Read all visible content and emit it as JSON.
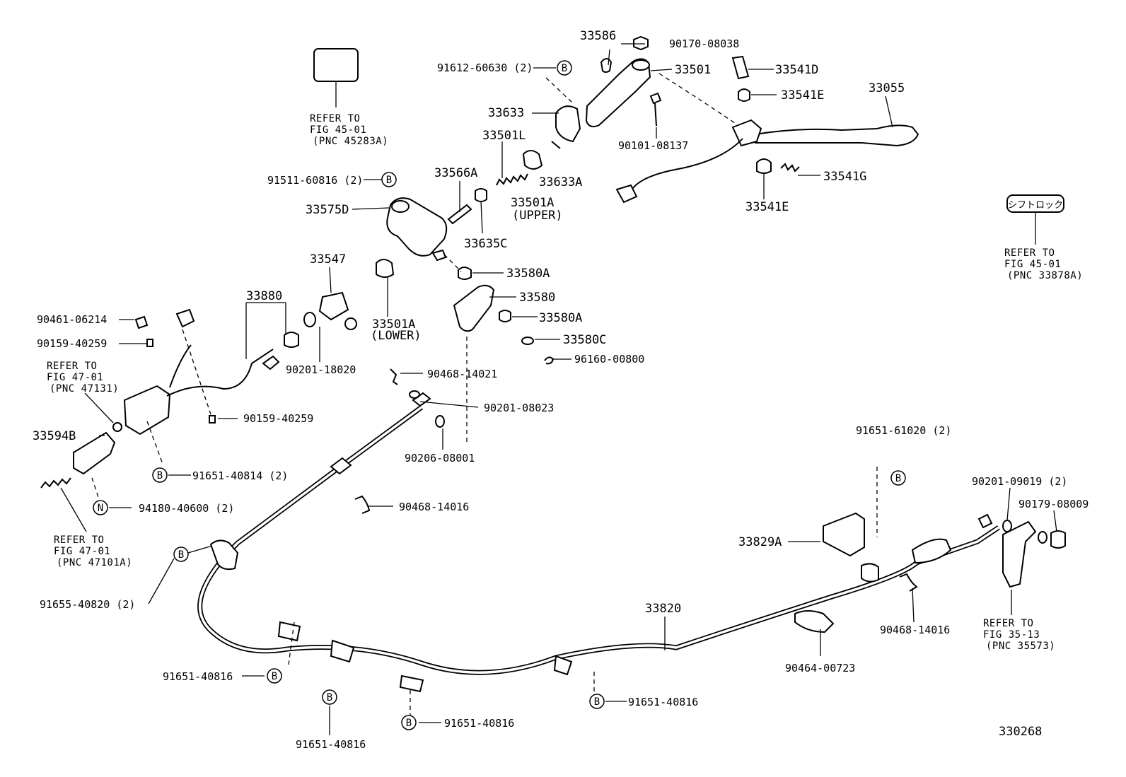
{
  "labels": {
    "p33586": "33586",
    "p90170_08038": "90170-08038",
    "p91612_60630": "91612-60630 (2)",
    "p33501": "33501",
    "p33541D": "33541D",
    "p33541E_top": "33541E",
    "p33055": "33055",
    "p33633": "33633",
    "p90101_08137": "90101-08137",
    "p33501L": "33501L",
    "p33566A": "33566A",
    "p33633A": "33633A",
    "p33501A_upper": "33501A",
    "upper": "(UPPER)",
    "p91511_60816": "91511-60816 (2)",
    "p33575D": "33575D",
    "p33541G": "33541G",
    "p33541E_bottom": "33541E",
    "p33635C": "33635C",
    "p33547": "33547",
    "p33580A_top": "33580A",
    "p33580": "33580",
    "p33580A_mid": "33580A",
    "p33580C": "33580C",
    "p96160_00800": "96160-00800",
    "p33880": "33880",
    "p90461_06214": "90461-06214",
    "p90159_40259_top": "90159-40259",
    "p33501A_lower": "33501A",
    "lower": "(LOWER)",
    "p90201_18020": "90201-18020",
    "p90468_14021": "90468-14021",
    "p90201_08023": "90201-08023",
    "p90159_40259_mid": "90159-40259",
    "p33594B": "33594B",
    "p91651_40814": "91651-40814 (2)",
    "p90206_08001": "90206-08001",
    "p91651_61020": "91651-61020 (2)",
    "p94180_40600": "94180-40600 (2)",
    "p90468_14016_left": "90468-14016",
    "p90201_09019": "90201-09019 (2)",
    "p90179_08009": "90179-08009",
    "p33829A": "33829A",
    "p91655_40820": "91655-40820 (2)",
    "p33820": "33820",
    "p90468_14016_right": "90468-14016",
    "p90464_00723": "90464-00723",
    "p91651_40816_a": "91651-40816",
    "p91651_40816_b": "91651-40816",
    "p91651_40816_c": "91651-40816",
    "p91651_40816_d": "91651-40816",
    "diagram_number": "330268"
  },
  "refs": {
    "fig45_a": [
      "REFER TO",
      "FIG 45-01",
      "(PNC 45283A)"
    ],
    "fig45_b": [
      "REFER TO",
      "FIG 45-01",
      "(PNC 33878A)"
    ],
    "fig47_a": [
      "REFER TO",
      "FIG 47-01",
      "(PNC 47131)"
    ],
    "fig47_b": [
      "REFER TO",
      "FIG 47-01",
      "(PNC 47101A)"
    ],
    "fig35": [
      "REFER TO",
      "FIG 35-13",
      "(PNC 35573)"
    ]
  },
  "shift_lock_label": "シフトロック",
  "badges": {
    "B": "B",
    "N": "N"
  }
}
